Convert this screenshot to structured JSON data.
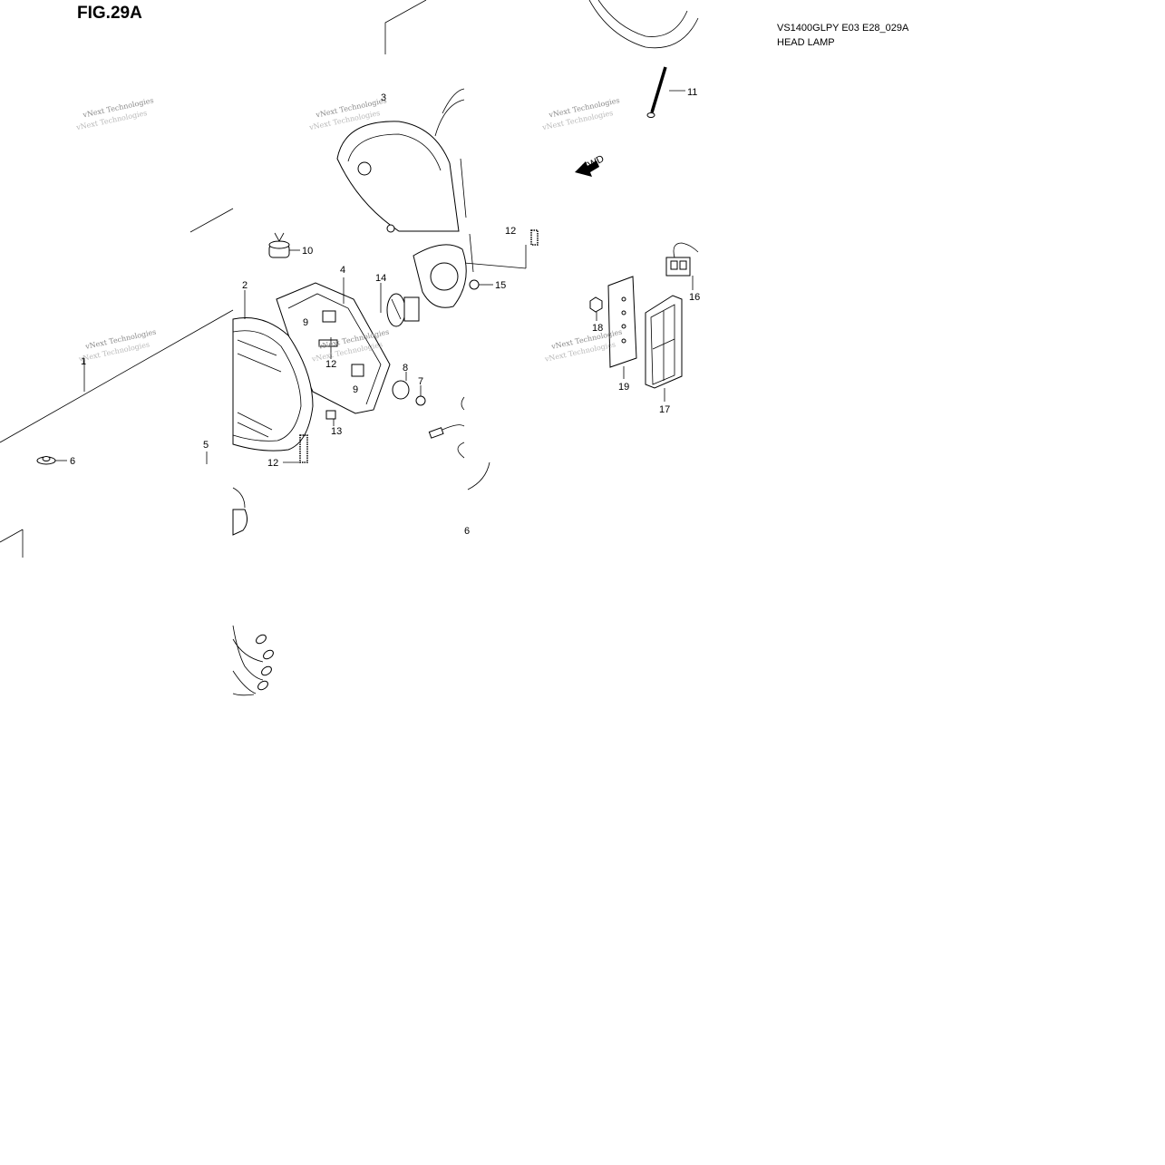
{
  "figure": {
    "title": "FIG.29A",
    "model_code": "VS1400GLPY E03 E28_029A",
    "section": "HEAD LAMP"
  },
  "watermark": {
    "line1": "vNext Technologies",
    "line2": "vNext Technologies"
  },
  "fwd_label": "FWD",
  "callouts": {
    "p1": "1",
    "p2": "2",
    "p3": "3",
    "p4": "4",
    "p5": "5",
    "p6": "6",
    "p7": "7",
    "p8": "8",
    "p9a": "9",
    "p9b": "9",
    "p10": "10",
    "p11": "11",
    "p12a": "12",
    "p12b": "12",
    "p12c": "12",
    "p13": "13",
    "p14": "14",
    "p15": "15",
    "p16": "16",
    "p17": "17",
    "p18": "18",
    "p19": "19",
    "p6b": "6"
  }
}
